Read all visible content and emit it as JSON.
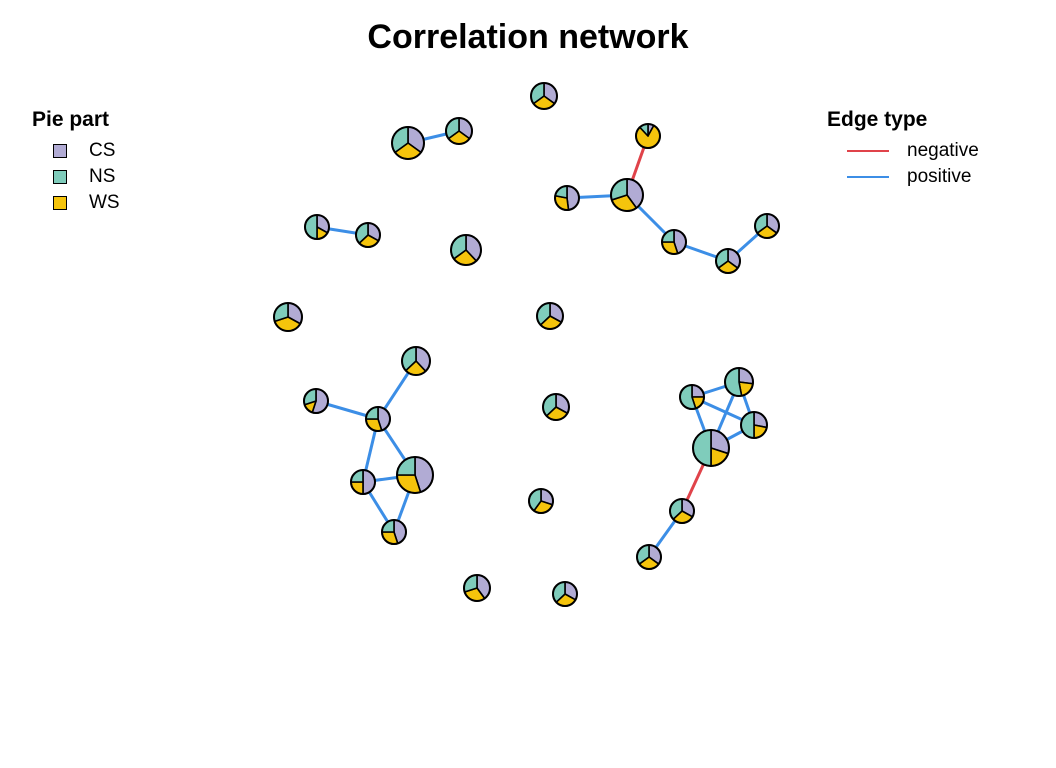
{
  "title": "Correlation network",
  "pie_legend": {
    "title": "Pie part",
    "items": [
      {
        "label": "CS",
        "color": "#b1abd4"
      },
      {
        "label": "NS",
        "color": "#7fccbb"
      },
      {
        "label": "WS",
        "color": "#f5c40c"
      }
    ]
  },
  "edge_legend": {
    "title": "Edge type",
    "items": [
      {
        "label": "negative",
        "color": "#e0434a"
      },
      {
        "label": "positive",
        "color": "#3c8ee6"
      }
    ]
  },
  "nodes": [
    {
      "CS": 0.35,
      "WS": 0.3,
      "NS": 0.35
    },
    {
      "CS": 0.35,
      "WS": 0.3,
      "NS": 0.35
    },
    {
      "CS": 0.35,
      "WS": 0.3,
      "NS": 0.35
    },
    {
      "CS": 0.08,
      "WS": 0.8,
      "NS": 0.12
    },
    {
      "CS": 0.48,
      "WS": 0.3,
      "NS": 0.22
    },
    {
      "CS": 0.4,
      "WS": 0.3,
      "NS": 0.3
    },
    {
      "CS": 0.45,
      "WS": 0.3,
      "NS": 0.25
    },
    {
      "CS": 0.35,
      "WS": 0.3,
      "NS": 0.35
    },
    {
      "CS": 0.35,
      "WS": 0.3,
      "NS": 0.35
    },
    {
      "CS": 0.33,
      "WS": 0.17,
      "NS": 0.5
    },
    {
      "CS": 0.33,
      "WS": 0.3,
      "NS": 0.37
    },
    {
      "CS": 0.38,
      "WS": 0.27,
      "NS": 0.35
    },
    {
      "CS": 0.33,
      "WS": 0.37,
      "NS": 0.3
    },
    {
      "CS": 0.33,
      "WS": 0.3,
      "NS": 0.37
    },
    {
      "CS": 0.38,
      "WS": 0.25,
      "NS": 0.37
    },
    {
      "CS": 0.55,
      "WS": 0.15,
      "NS": 0.3
    },
    {
      "CS": 0.45,
      "WS": 0.3,
      "NS": 0.25
    },
    {
      "CS": 0.33,
      "WS": 0.3,
      "NS": 0.37
    },
    {
      "CS": 0.45,
      "WS": 0.3,
      "NS": 0.25
    },
    {
      "CS": 0.5,
      "WS": 0.25,
      "NS": 0.25
    },
    {
      "CS": 0.45,
      "WS": 0.3,
      "NS": 0.25
    },
    {
      "CS": 0.3,
      "WS": 0.3,
      "NS": 0.4
    },
    {
      "CS": 0.33,
      "WS": 0.3,
      "NS": 0.37
    },
    {
      "CS": 0.35,
      "WS": 0.3,
      "NS": 0.35
    },
    {
      "CS": 0.4,
      "WS": 0.3,
      "NS": 0.3
    },
    {
      "CS": 0.33,
      "WS": 0.3,
      "NS": 0.37
    },
    {
      "CS": 0.25,
      "WS": 0.2,
      "NS": 0.55
    },
    {
      "CS": 0.27,
      "WS": 0.2,
      "NS": 0.53
    },
    {
      "CS": 0.28,
      "WS": 0.22,
      "NS": 0.5
    },
    {
      "CS": 0.3,
      "WS": 0.2,
      "NS": 0.5
    }
  ],
  "edges": [
    {
      "from": 1,
      "to": 2,
      "type": "positive"
    },
    {
      "from": 3,
      "to": 5,
      "type": "negative"
    },
    {
      "from": 4,
      "to": 5,
      "type": "positive"
    },
    {
      "from": 5,
      "to": 6,
      "type": "positive"
    },
    {
      "from": 6,
      "to": 7,
      "type": "positive"
    },
    {
      "from": 7,
      "to": 8,
      "type": "positive"
    },
    {
      "from": 9,
      "to": 10,
      "type": "positive"
    },
    {
      "from": 14,
      "to": 16,
      "type": "positive"
    },
    {
      "from": 15,
      "to": 16,
      "type": "positive"
    },
    {
      "from": 16,
      "to": 19,
      "type": "positive"
    },
    {
      "from": 16,
      "to": 18,
      "type": "positive"
    },
    {
      "from": 19,
      "to": 18,
      "type": "positive"
    },
    {
      "from": 19,
      "to": 20,
      "type": "positive"
    },
    {
      "from": 18,
      "to": 20,
      "type": "positive"
    },
    {
      "from": 26,
      "to": 27,
      "type": "positive"
    },
    {
      "from": 26,
      "to": 28,
      "type": "positive"
    },
    {
      "from": 26,
      "to": 29,
      "type": "positive"
    },
    {
      "from": 27,
      "to": 28,
      "type": "positive"
    },
    {
      "from": 27,
      "to": 29,
      "type": "positive"
    },
    {
      "from": 28,
      "to": 29,
      "type": "positive"
    },
    {
      "from": 29,
      "to": 22,
      "type": "negative"
    },
    {
      "from": 22,
      "to": 23,
      "type": "positive"
    }
  ]
}
